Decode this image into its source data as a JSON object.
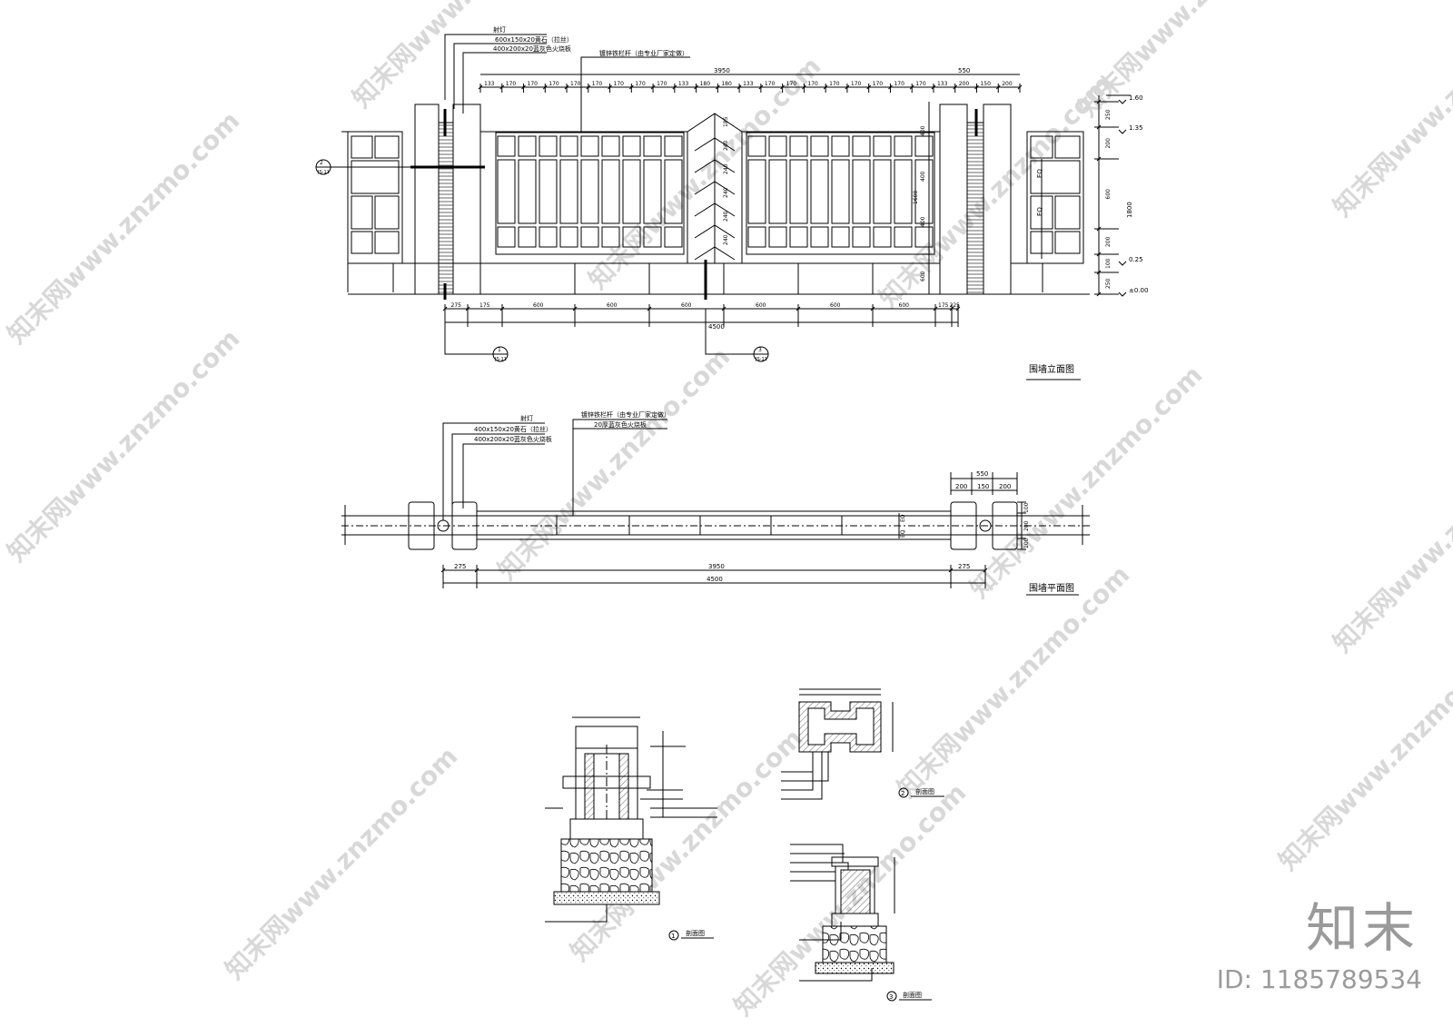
{
  "drawings": {
    "elevation": {
      "title": "围墙立面图",
      "callout_light": "射灯",
      "callout_cap": "600x150x20黄石（拉丝）",
      "callout_tile": "400x200x20蓝灰色火烧板",
      "callout_rail": "镀锌铁栏杆（由专业厂家定做）",
      "dim_total_rail": "3950",
      "dim_pier": "550",
      "dim_bottom_total": "4500",
      "bottom_dims": [
        "275",
        "175",
        "600",
        "600",
        "600",
        "600",
        "600",
        "600",
        "175",
        "225"
      ],
      "top_dims": [
        "133",
        "170",
        "170",
        "170",
        "170",
        "170",
        "170",
        "170",
        "170",
        "133",
        "180",
        "180",
        "133",
        "170",
        "170",
        "170",
        "170",
        "170",
        "170",
        "170",
        "170",
        "133",
        "200",
        "150",
        "200"
      ],
      "right_dims": [
        "250",
        "200",
        "600",
        "200",
        "100",
        "250"
      ],
      "levels": [
        "1.60",
        "1.35",
        "0.25",
        "±0.00"
      ],
      "height_dims": [
        "400",
        "400",
        "400",
        "1600",
        "600"
      ],
      "chevron_dims": [
        "185",
        "240",
        "240",
        "240",
        "240",
        "240"
      ],
      "eq_labels": [
        "EQ",
        "EQ"
      ],
      "total_height": "1800",
      "section_marks": [
        {
          "num": "2",
          "ref": "JS-11"
        },
        {
          "num": "1",
          "ref": "JS-11"
        },
        {
          "num": "3",
          "ref": "JS-11"
        }
      ]
    },
    "plan": {
      "title": "围墙平面图",
      "callout_light": "射灯",
      "callout_cap": "400x150x20黄石（拉丝）",
      "callout_tile": "400x200x20蓝灰色火烧板",
      "callout_rail": "镀锌铁栏杆（由专业厂家定做）",
      "callout_rail2": "20厚蓝灰色火烧板",
      "dim_pier": "550",
      "pier_dims": [
        "200",
        "150",
        "200"
      ],
      "dim_left": "275",
      "dim_mid": "3950",
      "dim_right": "275",
      "dim_total": "4500",
      "right_dims": [
        "100",
        "200",
        "100"
      ],
      "eq_labels": [
        "EQ",
        "EQ"
      ]
    },
    "sections": [
      {
        "num": "1",
        "title": "剖面图"
      },
      {
        "num": "2",
        "title": "剖面图"
      },
      {
        "num": "3",
        "title": "剖面图"
      }
    ]
  },
  "watermark": {
    "text": "知末网www.znzmo.com"
  },
  "brand": {
    "logo": "知末",
    "id": "ID: 1185789534"
  }
}
